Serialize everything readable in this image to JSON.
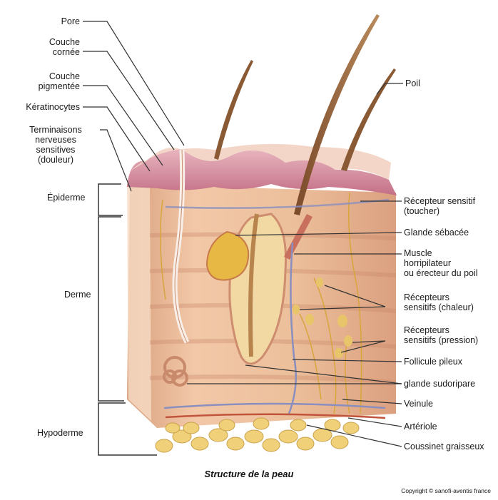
{
  "labels": {
    "pore": "Pore",
    "couche_cornee": "Couche\ncornée",
    "couche_pigmentee": "Couche\npigmentée",
    "keratinocytes": "Kératinocytes",
    "terminaisons": "Terminaisons\nnerveuses\nsensitives\n(douleur)",
    "epiderme": "Épiderme",
    "derme": "Derme",
    "hypoderme": "Hypoderme",
    "poil": "Poil",
    "recepteur_toucher": "Récepteur sensitif\n(toucher)",
    "glande_sebacee": "Glande sébacée",
    "muscle": "Muscle\nhorripilateur\nou érecteur du poil",
    "recepteurs_chaleur": "Récepteurs\nsensitifs (chaleur)",
    "recepteurs_pression": "Récepteurs\nsensitifs (pression)",
    "follicule": "Follicule pileux",
    "glande_sudoripare": "glande sudoripare",
    "veinule": "Veinule",
    "arteriole": "Artériole",
    "coussinet": "Coussinet graisseux"
  },
  "title": "Structure de la peau",
  "copyright": "Copyright © sanofi-aventis france"
}
